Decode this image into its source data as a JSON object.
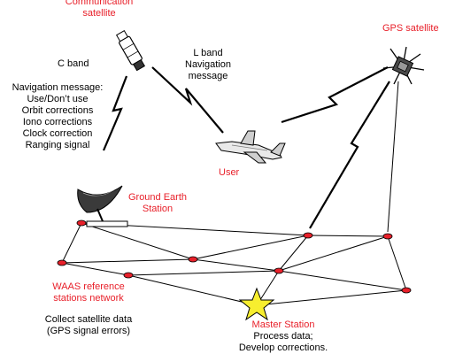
{
  "labels": {
    "communication_satellite": [
      "Communication",
      "satellite"
    ],
    "gps_satellite": "GPS satellite",
    "c_band": "C band",
    "l_band": [
      "L band",
      "Navigation",
      "message"
    ],
    "nav_message": [
      "Navigation message:",
      "Use/Don’t use",
      "Orbit corrections",
      "Iono corrections",
      "Clock correction",
      "Ranging signal"
    ],
    "user": "User",
    "ground_earth_station": [
      "Ground Earth",
      "Station"
    ],
    "waas_network": [
      "WAAS reference",
      "stations network"
    ],
    "collect_data": [
      "Collect satellite data",
      "(GPS signal errors)"
    ],
    "master_station": "Master Station",
    "master_tasks": [
      "Process data;",
      "Develop corrections."
    ]
  },
  "colors": {
    "label_red": "#e8202a",
    "node_red": "#e8202a",
    "star_yellow": "#f7ee2f",
    "line": "#000000"
  },
  "icons": [
    "communication-satellite-icon",
    "gps-satellite-icon",
    "airplane-icon",
    "dish-antenna-icon",
    "master-station-star-icon"
  ]
}
